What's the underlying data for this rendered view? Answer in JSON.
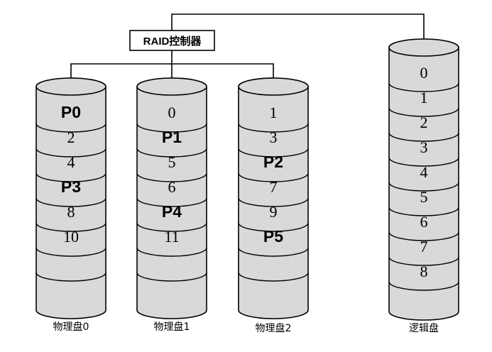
{
  "controller": {
    "label": "RAID控制器"
  },
  "disks": [
    {
      "label": "物理盘0",
      "blocks": [
        "P0",
        "2",
        "4",
        "P3",
        "8",
        "10"
      ]
    },
    {
      "label": "物理盘1",
      "blocks": [
        "0",
        "P1",
        "5",
        "6",
        "P4",
        "11"
      ]
    },
    {
      "label": "物理盘2",
      "blocks": [
        "1",
        "3",
        "P2",
        "7",
        "9",
        "P5"
      ]
    }
  ],
  "logical_disk": {
    "label": "逻辑盘",
    "blocks": [
      "0",
      "1",
      "2",
      "3",
      "4",
      "5",
      "6",
      "7",
      "8"
    ]
  }
}
